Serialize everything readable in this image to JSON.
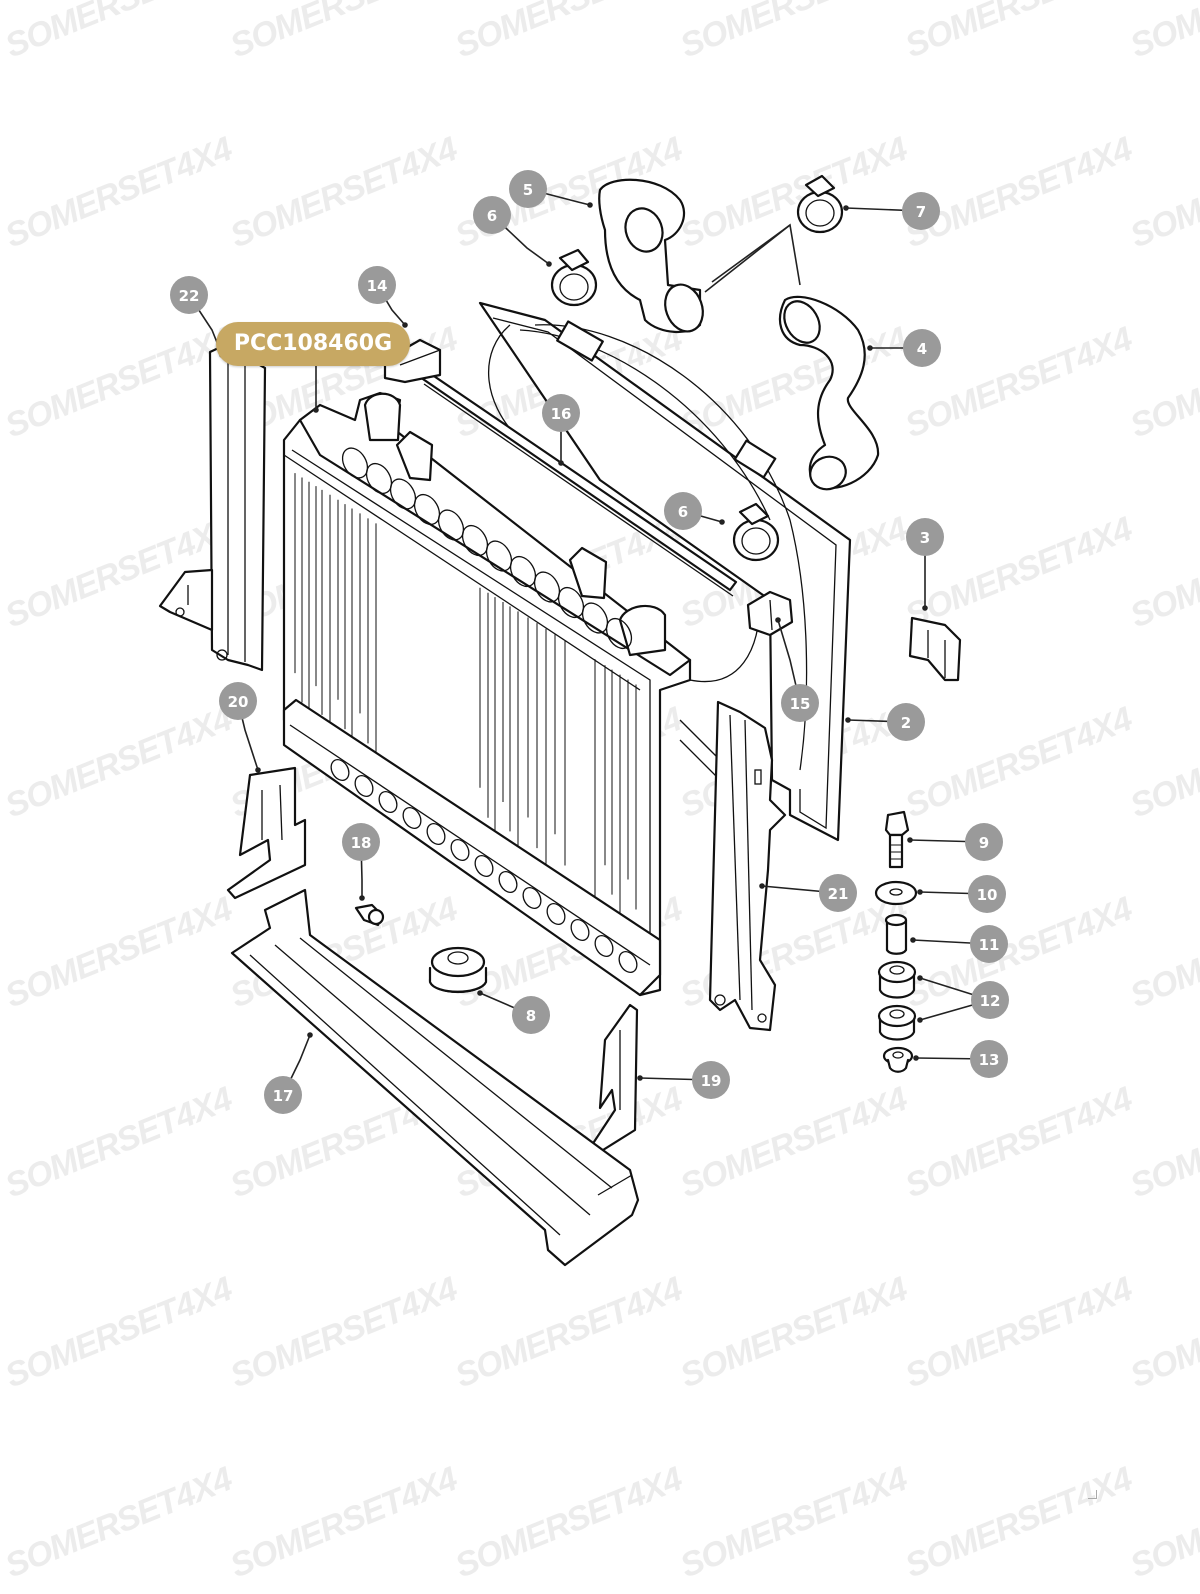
{
  "watermark": {
    "text": "SOMERSET4X4",
    "color": "#ececec"
  },
  "highlighted_part": {
    "label": "PCC108460G",
    "color": "#c7a863"
  },
  "callout_color": "#9a9a9a",
  "callouts": [
    "22",
    "14",
    "5",
    "6",
    "7",
    "4",
    "16",
    "6",
    "3",
    "15",
    "2",
    "20",
    "18",
    "9",
    "21",
    "10",
    "11",
    "8",
    "12",
    "13",
    "19",
    "17"
  ]
}
